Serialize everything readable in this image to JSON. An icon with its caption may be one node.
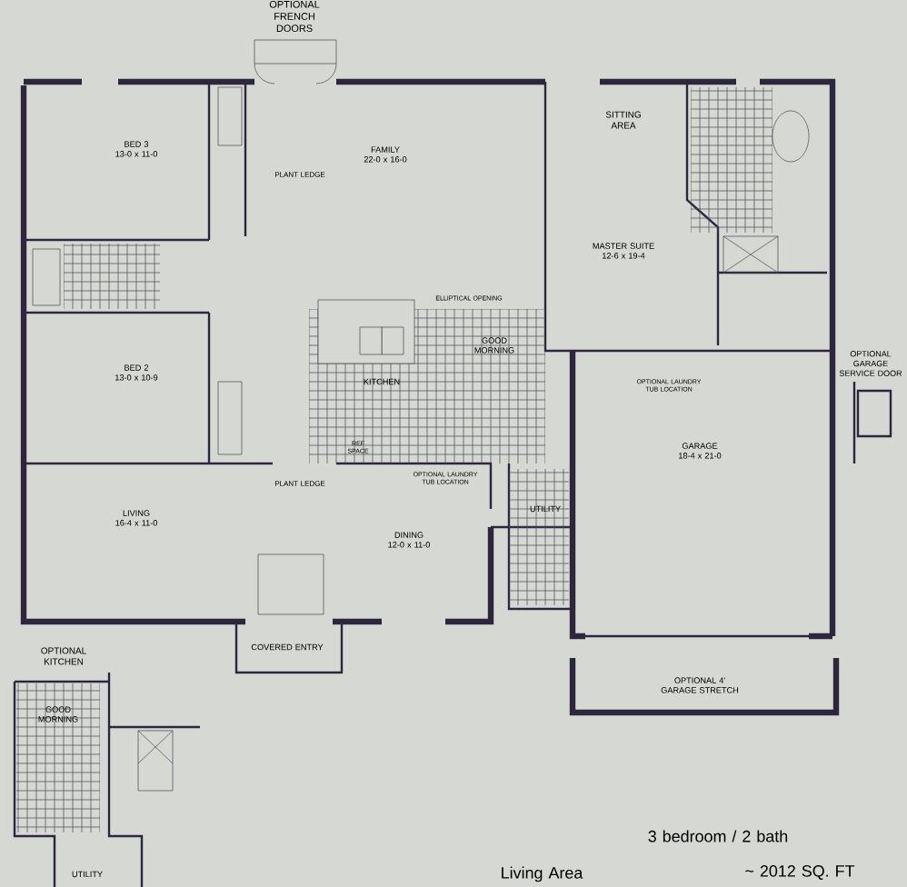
{
  "diagram": {
    "nodes": [
      {
        "text": [
          "BED 3",
          "13-0 x 11-0"
        ]
      },
      {
        "text": [
          "FAMILY",
          "22-0 x 16-0"
        ]
      },
      {
        "text": [
          "MASTER SUITE",
          "12-6 x 19-4"
        ]
      },
      {
        "text": [
          "BED 2",
          "13-0 x 10-9"
        ]
      },
      {
        "text": [
          "KITCHEN"
        ]
      },
      {
        "text": [
          "GOOD MORNING"
        ]
      },
      {
        "text": [
          "GARAGE",
          "18-4 x 21-0"
        ]
      },
      {
        "text": [
          "LIVING",
          "16-4 x 11-0"
        ]
      },
      {
        "text": [
          "DINING",
          "12-0 x 11-0"
        ]
      },
      {
        "text": [
          "UTILITY"
        ]
      },
      {
        "text": [
          "COVERED ENTRY"
        ]
      },
      {
        "text": [
          "OPTIONAL 4' GARAGE STRETCH"
        ]
      },
      {
        "text": [
          "GOOD MORNING"
        ]
      },
      {
        "text": [
          "UTILITY"
        ]
      }
    ],
    "labels": [
      "OPTIONAL FRENCH DOORS",
      "SITTING AREA",
      "PLANT LEDGE",
      "ELLIPTICAL OPENING",
      "OPTIONAL GARAGE SERVICE DOOR",
      "OPTIONAL LAUNDRY TUB LOCATION",
      "REF SPACE",
      "PLANT LEDGE",
      "OPTIONAL LAUNDRY TUB LOCATION",
      "OPTIONAL KITCHEN",
      "3 bedroom / 2 bath",
      "Living Area",
      "~ 2012 SQ. FT"
    ]
  }
}
